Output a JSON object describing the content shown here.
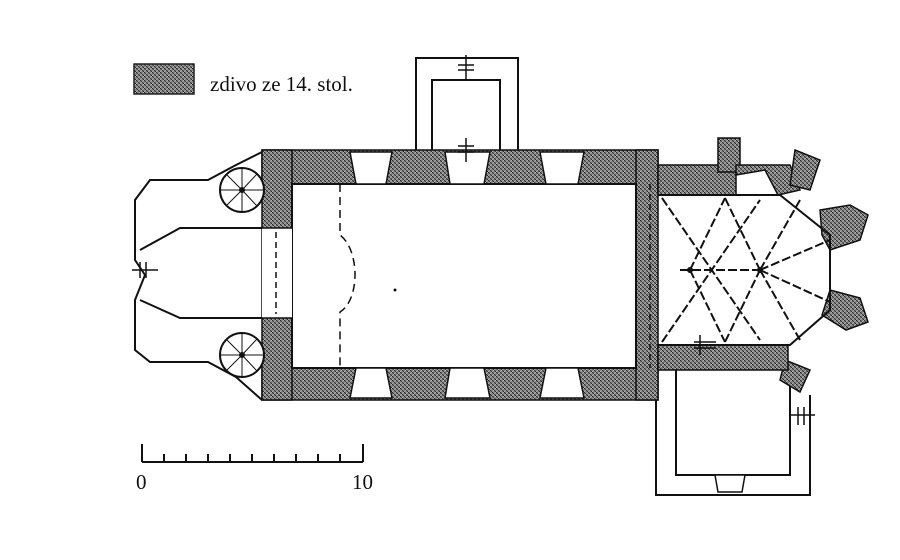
{
  "legend": {
    "label": "zdivo ze 14. stol."
  },
  "scale": {
    "min_label": "0",
    "max_label": "10"
  }
}
